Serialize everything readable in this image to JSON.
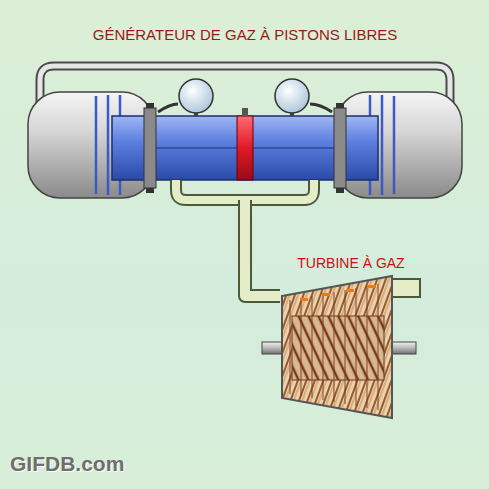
{
  "diagram": {
    "nodes": [
      {
        "text": [
          "GÉNÉRATEUR DE GAZ À PISTONS LIBRES"
        ]
      },
      {
        "text": [
          "TURBINE À GAZ"
        ]
      }
    ],
    "edges": [
      {
        "from": 0,
        "to": 1,
        "arrow": "none"
      }
    ],
    "labels": [
      "GIFDB.com"
    ]
  }
}
